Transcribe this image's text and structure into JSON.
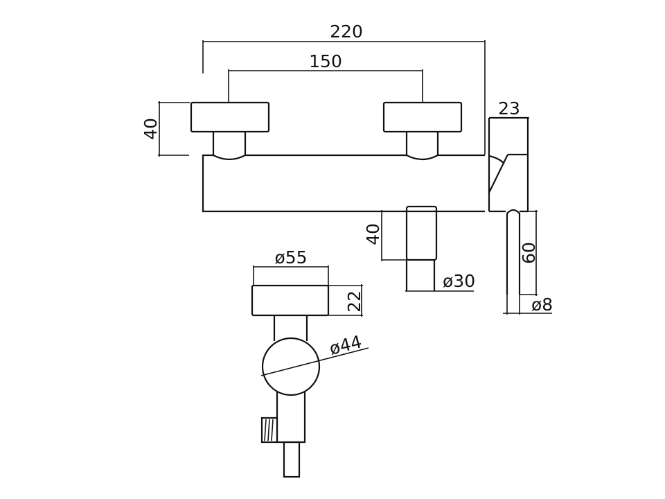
{
  "drawing": {
    "dimensions": {
      "overall_width": "220",
      "handle_spacing": "150",
      "handle_height": "40",
      "plate_depth": "23",
      "outlet_height": "40",
      "outlet_diameter": "ø30",
      "spout_length": "60",
      "spout_diameter": "ø8",
      "rose_diameter": "ø55",
      "rose_height": "22",
      "ball_diameter": "ø44"
    },
    "line_color": "#111111"
  }
}
